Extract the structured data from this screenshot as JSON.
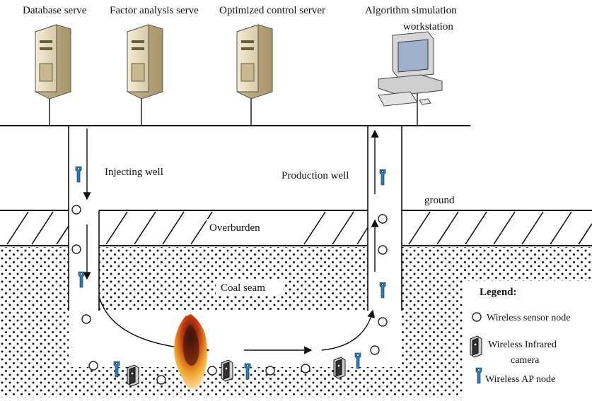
{
  "servers": {
    "database": "Database serve",
    "factor": "Factor analysis serve",
    "optimized": "Optimized control server",
    "workstation_line1": "Algorithm simulation",
    "workstation_line2": "workstation"
  },
  "labels": {
    "injecting_well": "Injecting well",
    "production_well": "Production well",
    "ground": "ground",
    "overburden": "Overburden",
    "coal_seam": "Coal seam"
  },
  "legend": {
    "title": "Legend:",
    "sensor": "Wireless sensor node",
    "camera_line1": "Wireless Infrared",
    "camera_line2": "camera",
    "ap": "Wireless  AP node"
  },
  "colors": {
    "ap_node": "#2a7fc0",
    "flame_core": "#c23a12",
    "flame_outer": "#f3b13a"
  }
}
